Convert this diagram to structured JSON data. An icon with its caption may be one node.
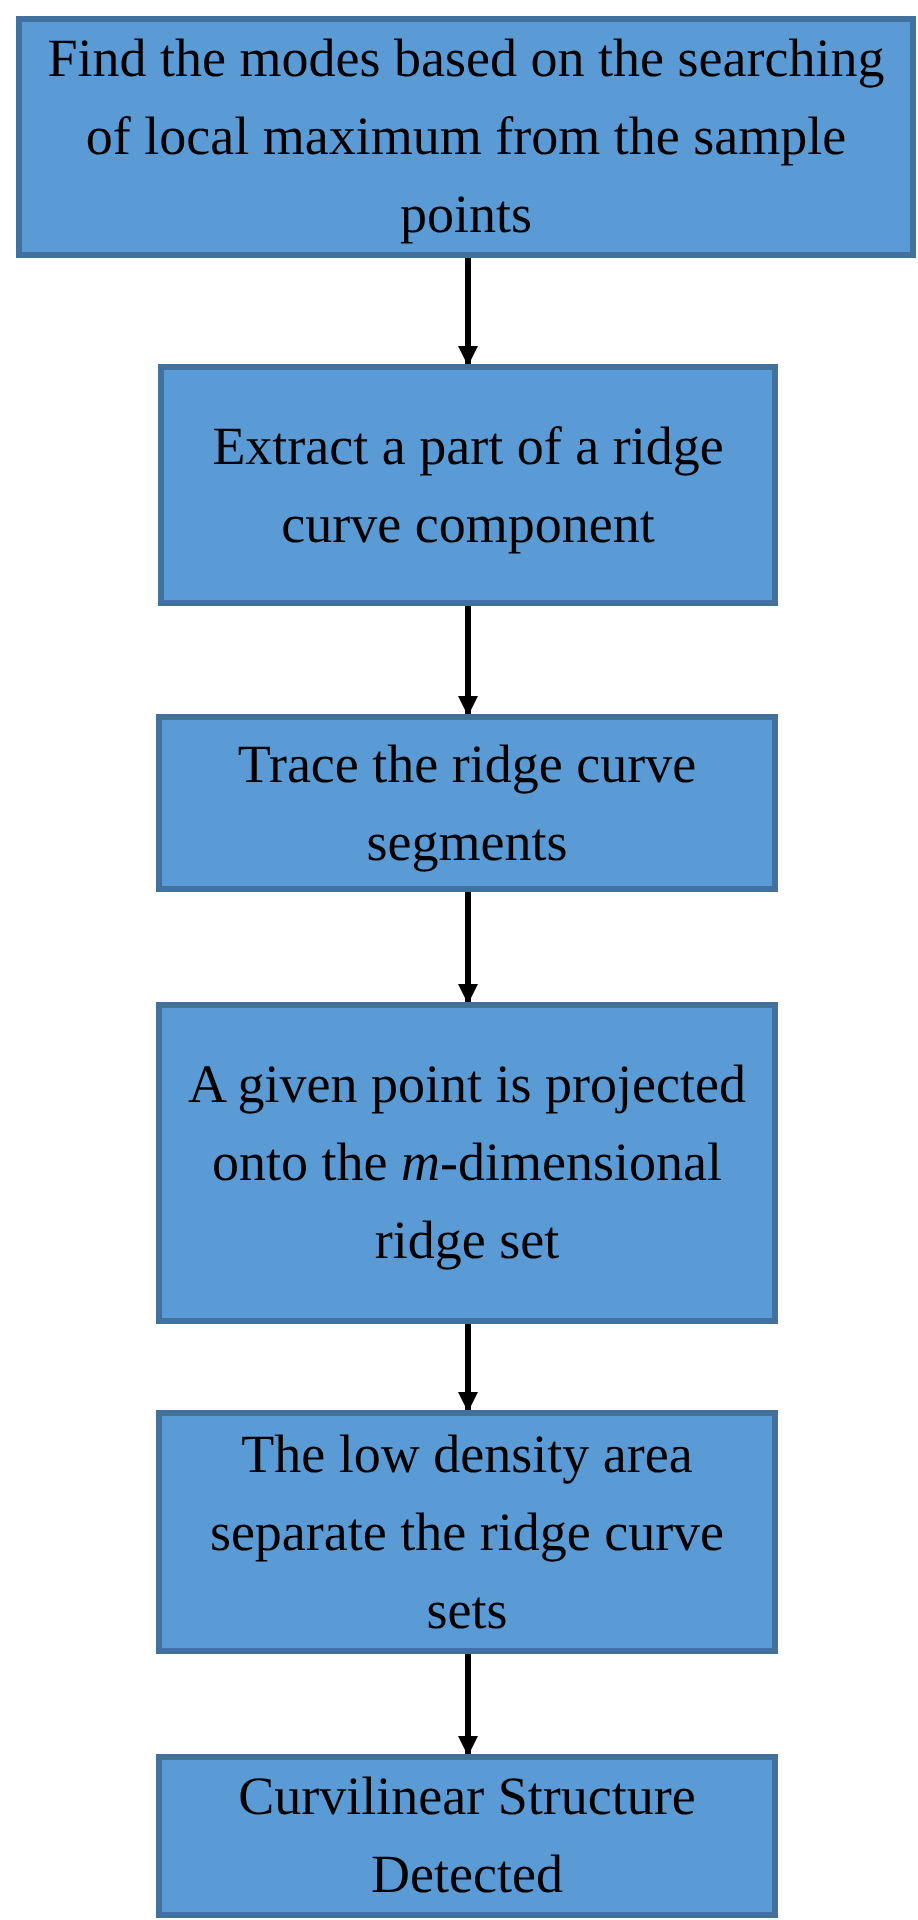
{
  "diagram": {
    "nodes": [
      {
        "text": [
          "Find the modes based on the searching of local maximum from the sample points"
        ]
      },
      {
        "text": [
          "Extract a part of a ridge curve component"
        ]
      },
      {
        "text": [
          "Trace the ridge curve segments"
        ]
      },
      {
        "text": [
          "A given point is projected onto the *m*-dimensional ridge set"
        ]
      },
      {
        "text": [
          "The low density area separate the ridge curve sets"
        ]
      },
      {
        "text": [
          "Curvilinear Structure Detected"
        ]
      }
    ],
    "edges": [
      {
        "from": 0,
        "to": 1,
        "arrow": "to"
      },
      {
        "from": 1,
        "to": 2,
        "arrow": "to"
      },
      {
        "from": 2,
        "to": 3,
        "arrow": "to"
      },
      {
        "from": 3,
        "to": 4,
        "arrow": "to"
      },
      {
        "from": 4,
        "to": 5,
        "arrow": "to"
      }
    ]
  }
}
